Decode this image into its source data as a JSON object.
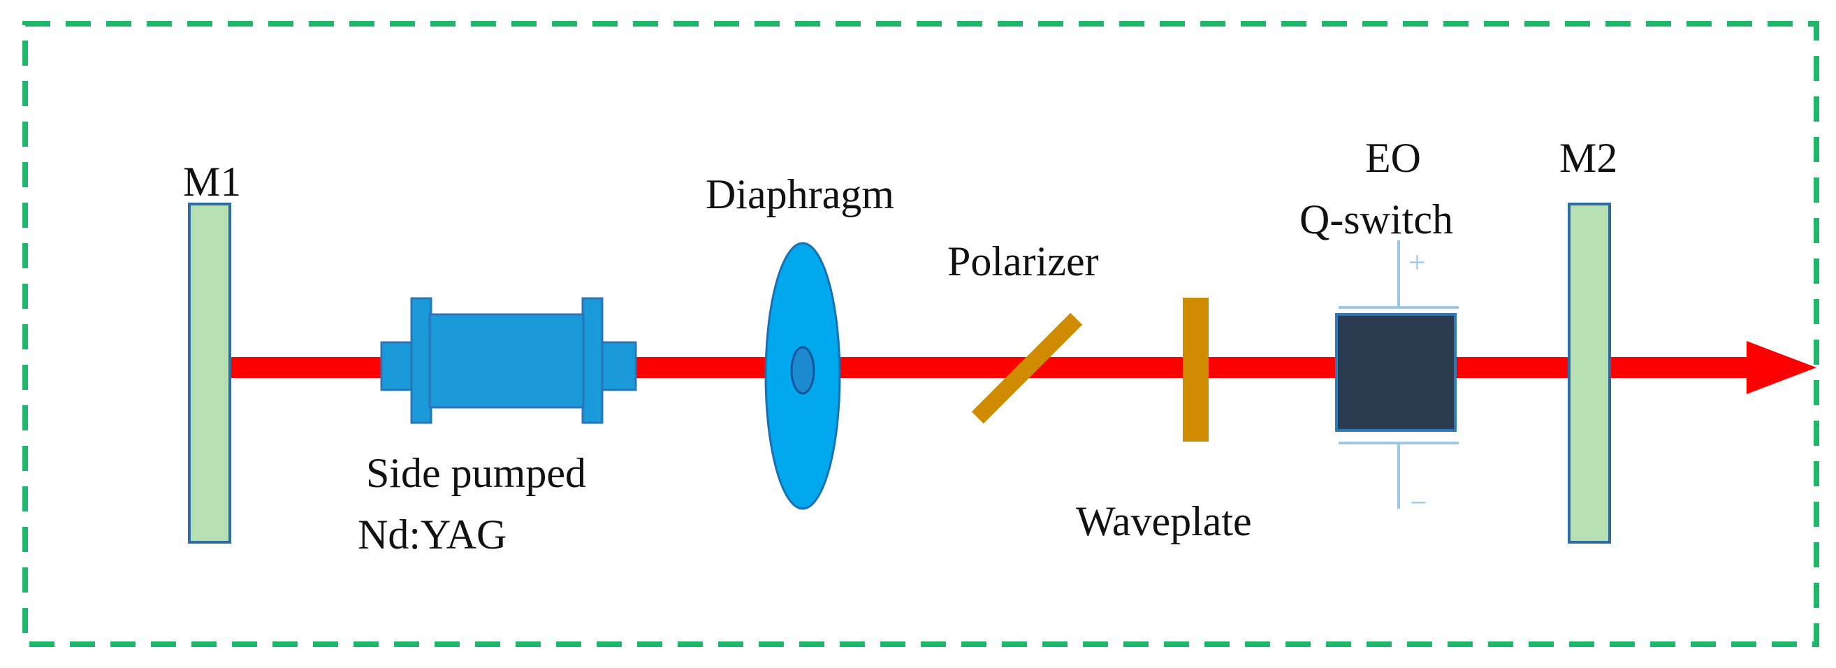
{
  "labels": {
    "m1": "M1",
    "m2": "M2",
    "side_pumped_line1": "Side pumped",
    "side_pumped_line2": "Nd:YAG",
    "diaphragm": "Diaphragm",
    "polarizer": "Polarizer",
    "waveplate": "Waveplate",
    "eo_line1": "EO",
    "eo_line2": "Q-switch",
    "plus": "+",
    "minus": "−"
  },
  "colors": {
    "frame": "#1fb86a",
    "beam": "#ff0000",
    "mirror_fill": "#b7e1b4",
    "mirror_stroke": "#2e6da4",
    "crystal_fill": "#1a9ad8",
    "crystal_stroke": "#2a74b8",
    "diaphragm_fill": "#00a9ee",
    "polarizer_fill": "#d08c00",
    "waveplate_fill": "#d08c00",
    "qswitch_fill": "#2a3b50",
    "qswitch_stroke": "#2e7ab8",
    "electrode": "#9cc8e6"
  }
}
